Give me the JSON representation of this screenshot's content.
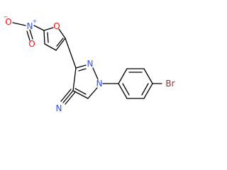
{
  "molecule": {
    "atoms": {
      "nitro_o_minus": "O",
      "nitro_o_minus_charge": "−",
      "nitro_n": "N",
      "nitro_n_charge": "+",
      "nitro_o_double": "O",
      "furan_o": "O",
      "pyrazole_n2": "N",
      "pyrazole_n1": "N",
      "nitrile_n": "N",
      "bromine": "Br"
    },
    "colors": {
      "bond": "#000000",
      "oxygen": "#ff0d0d",
      "nitrogen": "#3050f8",
      "bromine": "#a62929"
    }
  }
}
